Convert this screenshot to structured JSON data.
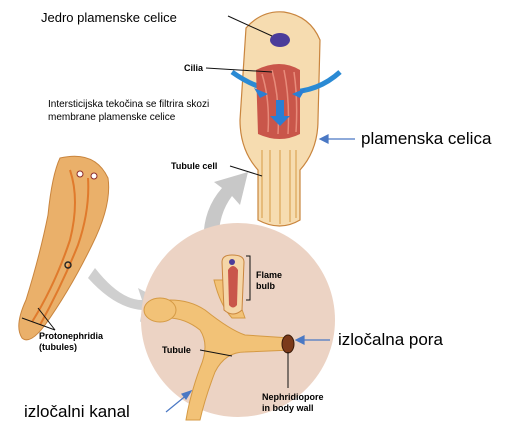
{
  "labels": {
    "nucleus": "Jedro plamenske celice",
    "cilia": "Cilia",
    "filtration": "Intersticijska tekočina se filtrira skozi membrane plamenske celice",
    "tubule_cell": "Tubule cell",
    "flame_cell": "plamenska celica",
    "flame_bulb_line1": "Flame",
    "flame_bulb_line2": "bulb",
    "protonephridia_line1": "Protonephridia",
    "protonephridia_line2": "(tubules)",
    "tubule": "Tubule",
    "excretory_pore": "izločalna pora",
    "nephridiopore_line1": "Nephridiopore",
    "nephridiopore_line2": "in body wall",
    "excretory_canal": "izločalni kanal"
  },
  "colors": {
    "pointer_blue": "#4a78c4",
    "tissue": "#f5d6a8",
    "tubule": "#f2c277",
    "flame": "#c9564a",
    "cilia_arrow": "#2a7fd4",
    "nucleus": "#4b3c9a",
    "worm": "#e9a65a",
    "circle_bg": "#ecd3c4",
    "big_arrow": "#c8c8c8"
  }
}
